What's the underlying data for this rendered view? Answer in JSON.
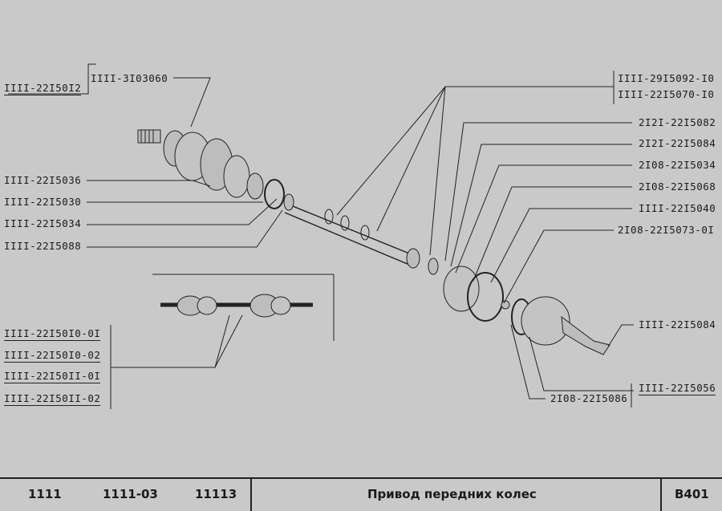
{
  "labels": {
    "part_3103060": "IIII-3I03060",
    "part_2215012": "IIII-22I50I2",
    "part_2215036": "IIII-22I5036",
    "part_2215030": "IIII-22I5030",
    "part_2215034": "IIII-22I5034",
    "part_2215088": "IIII-22I5088",
    "part_2915092": "IIII-29I5092-I0",
    "part_2215070": "IIII-22I5070-I0",
    "part_2121_5082": "2I2I-22I5082",
    "part_2121_5084": "2I2I-22I5084",
    "part_2108_5034": "2I08-22I5034",
    "part_2108_5068": "2I08-22I5068",
    "part_2215040": "IIII-22I5040",
    "part_2108_5073": "2I08-22I5073-0I",
    "part_2215084": "IIII-22I5084",
    "part_2215056": "IIII-22I5056",
    "part_2108_5086": "2I08-22I5086",
    "part_2215010_01": "IIII-22I50I0-0I",
    "part_2215010_02": "IIII-22I50I0-02",
    "part_2215011_01": "IIII-22I50II-0I",
    "part_2215011_02": "IIII-22I50II-02"
  },
  "footer": {
    "model_1": "1111",
    "model_2": "1111-03",
    "model_3": "11113",
    "title": "Привод передних колес",
    "code": "B401"
  }
}
